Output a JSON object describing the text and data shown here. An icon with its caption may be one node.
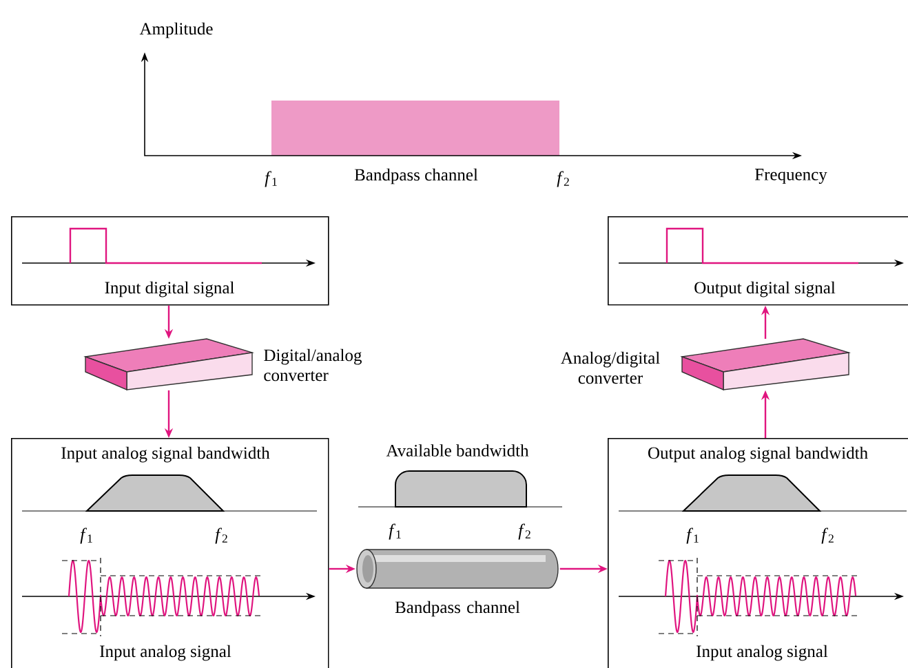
{
  "diagram": {
    "nodes": [
      {
        "text": [
          "Input digital signal"
        ]
      },
      {
        "text": [],
        "shape": "box",
        "beside": [
          "Digital/analog converter"
        ]
      },
      {
        "text": [
          "Input analog signal bandwidth",
          "*f*$_{1}$",
          "*f*$_{2}$",
          "Input analog signal"
        ]
      },
      {
        "text": [],
        "shape": "cylinder",
        "beside": [
          "Bandpass channel"
        ]
      },
      {
        "text": [
          "Output analog signal bandwidth",
          "*f*$_{1}$",
          "*f*$_{2}$",
          "Input analog signal"
        ]
      },
      {
        "text": [],
        "shape": "box",
        "beside": [
          "Analog/digital converter"
        ]
      },
      {
        "text": [
          "Output digital signal"
        ]
      }
    ],
    "edges": [
      {
        "from": 0,
        "to": 1,
        "arrow": "to"
      },
      {
        "from": 1,
        "to": 2,
        "arrow": "to"
      },
      {
        "from": 2,
        "to": 3,
        "arrow": "to"
      },
      {
        "from": 3,
        "to": 4,
        "arrow": "to"
      },
      {
        "from": 4,
        "to": 5,
        "arrow": "to"
      },
      {
        "from": 5,
        "to": 6,
        "arrow": "to"
      }
    ],
    "labels": [
      "Amplitude",
      "*f*$_{1}$",
      "Bandpass channel",
      "*f*$_{2}$",
      "Frequency",
      "Available bandwidth",
      "*f*$_{1}$",
      "*f*$_{2}$"
    ]
  }
}
